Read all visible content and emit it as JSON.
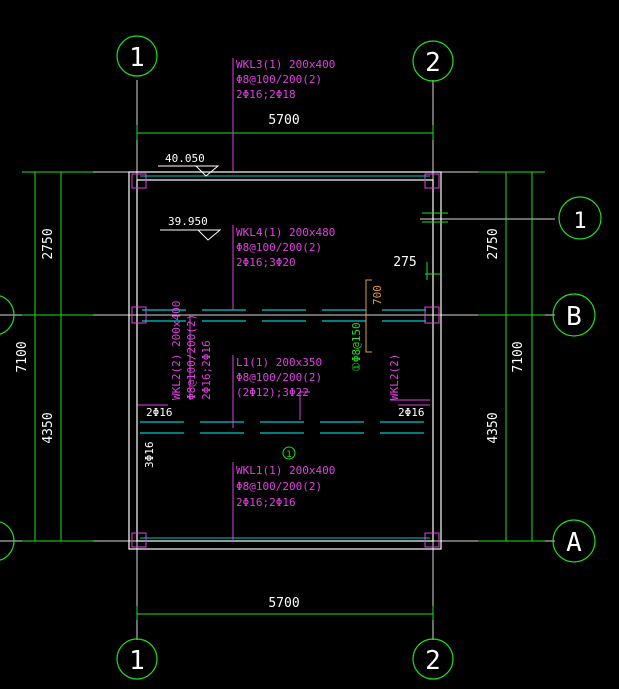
{
  "colors": {
    "background": "#000000",
    "grid_line": "#e0e0e0",
    "bubble": "#22dd22",
    "dimension": "#22dd22",
    "beam_label": "#e040e0",
    "beam_line": "#00c8c8",
    "column": "#e040e0",
    "text": "#ffffff"
  },
  "axes": {
    "top_left": "1",
    "top_right": "2",
    "bottom_left": "1",
    "bottom_right": "2",
    "right_top": "1",
    "right_mid": "B",
    "right_bot": "A"
  },
  "dimensions": {
    "top_span": "5700",
    "bottom_span": "5700",
    "left_upper": "2750",
    "left_lower": "4350",
    "left_total": "7100",
    "right_upper": "2750",
    "right_lower": "4350",
    "right_total": "7100",
    "offset": "275",
    "vertical_700": "700"
  },
  "elevations": {
    "roof": "40.050",
    "lower": "39.950"
  },
  "beams": {
    "wkl3": {
      "name": "WKL3(1) 200x400",
      "stirrup": "Φ8@100/200(2)",
      "bars": "2Φ16;2Φ18"
    },
    "wkl4": {
      "name": "WKL4(1) 200x480",
      "stirrup": "Φ8@100/200(2)",
      "bars": "2Φ16;3Φ20"
    },
    "l1": {
      "name": "L1(1) 200x350",
      "stirrup": "Φ8@100/200(2)",
      "bars": "(2Φ12);3Φ22"
    },
    "wkl1": {
      "name": "WKL1(1) 200x400",
      "stirrup": "Φ8@100/200(2)",
      "bars": "2Φ16;2Φ16"
    },
    "wkl2_left": {
      "name": "WKL2(2) 200x400",
      "stirrup": "Φ8@100/200(2)",
      "bars": "2Φ16;2Φ16"
    },
    "wkl2_right": {
      "name": "WKL2(2)"
    }
  },
  "labels": {
    "left_bar": "2Φ16",
    "right_bar": "2Φ16",
    "side_bar": "3Φ16",
    "green_note": "①Φ8@150",
    "circle_mark": "1"
  }
}
